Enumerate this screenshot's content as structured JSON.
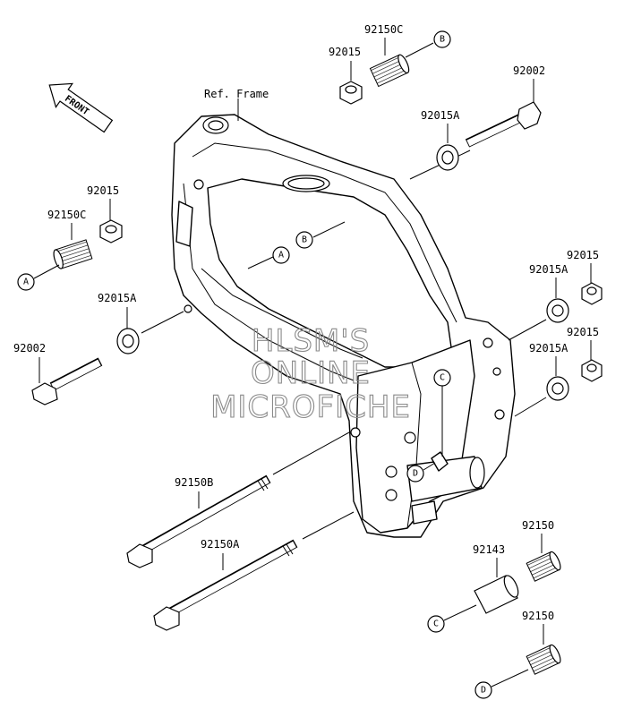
{
  "frame_label": "Ref. Frame",
  "front_label": "FRONT",
  "watermark": [
    "HLSM'S",
    "ONLINE",
    "MICROFICHE"
  ],
  "part_labels": {
    "p92015_top": "92015",
    "p92150C_top": "92150C",
    "p92002_right": "92002",
    "p92015A_top": "92015A",
    "p92015_left": "92015",
    "p92150C_left": "92150C",
    "p92015A_left": "92015A",
    "p92002_left": "92002",
    "p92015_r1": "92015",
    "p92015A_r1": "92015A",
    "p92015_r2": "92015",
    "p92015A_r2": "92015A",
    "p92150B": "92150B",
    "p92150A": "92150A",
    "p92150_r1": "92150",
    "p92143": "92143",
    "p92150_r2": "92150"
  },
  "callouts": {
    "B_top": "B",
    "A_left": "A",
    "A_frame": "A",
    "B_frame": "B",
    "C_frame": "C",
    "D_frame": "D",
    "C_bottom": "C",
    "D_bottom": "D"
  }
}
